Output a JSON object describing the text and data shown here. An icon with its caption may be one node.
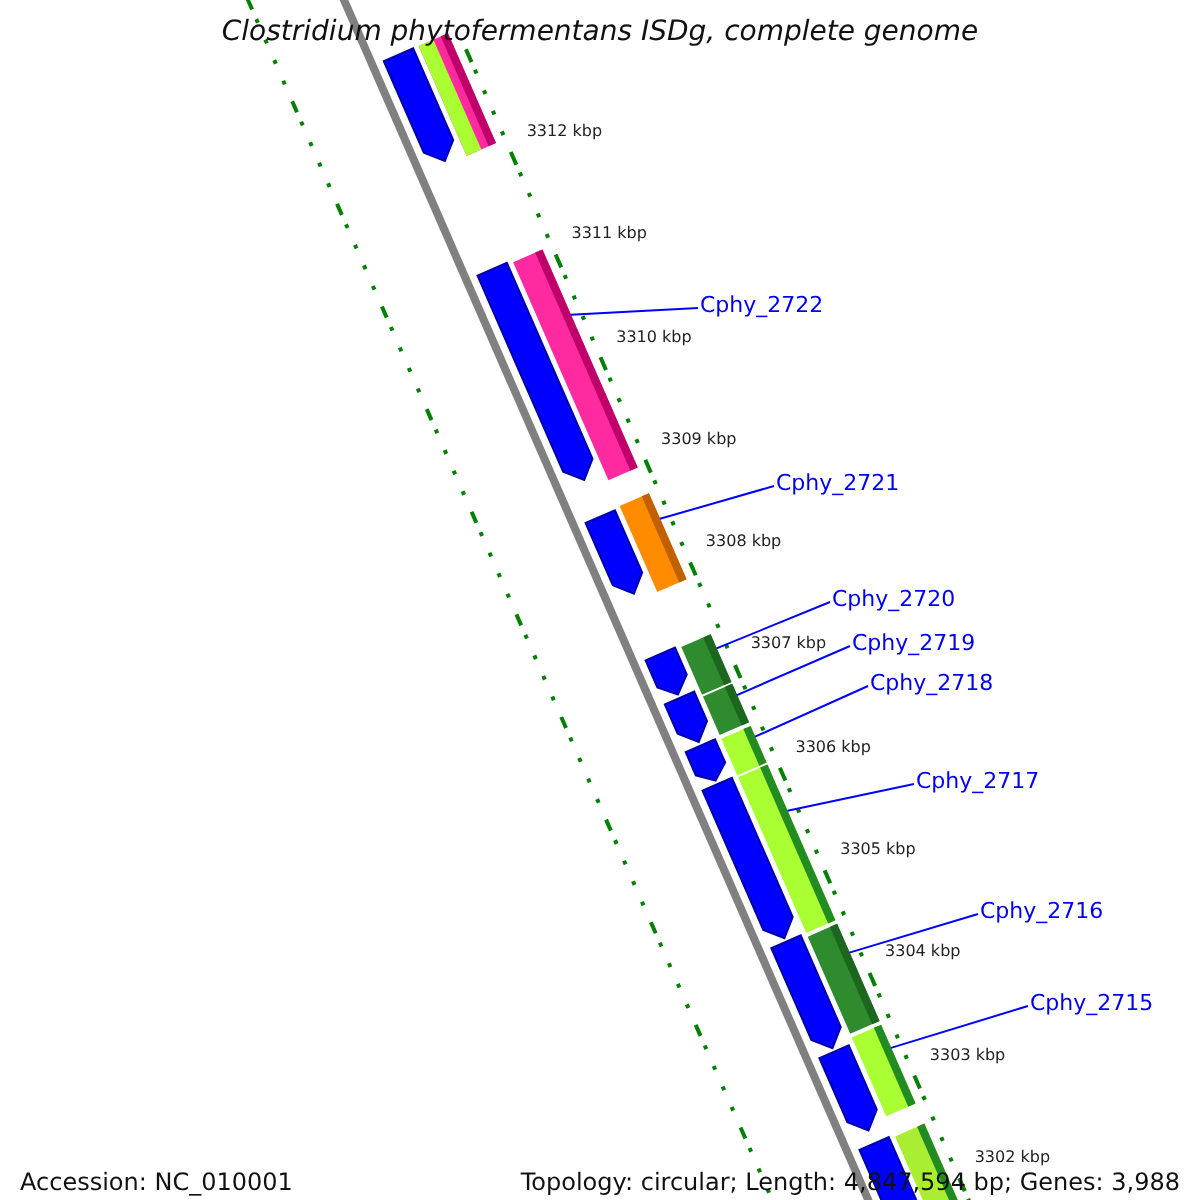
{
  "diagram": {
    "title": "Clostridium phytofermentans ISDg, complete genome",
    "nodes": [
      {
        "text": [
          "Cphy_2722"
        ]
      },
      {
        "text": [
          "Cphy_2721"
        ]
      },
      {
        "text": [
          "Cphy_2720"
        ]
      },
      {
        "text": [
          "Cphy_2719"
        ]
      },
      {
        "text": [
          "Cphy_2718"
        ]
      },
      {
        "text": [
          "Cphy_2717"
        ]
      },
      {
        "text": [
          "Cphy_2716"
        ]
      },
      {
        "text": [
          "Cphy_2715"
        ]
      },
      {
        "text": [],
        "shape": "bar"
      },
      {
        "text": [],
        "shape": "bar"
      },
      {
        "text": [],
        "shape": "bar"
      },
      {
        "text": [],
        "shape": "bar"
      },
      {
        "text": [],
        "shape": "bar"
      },
      {
        "text": [],
        "shape": "bar"
      },
      {
        "text": [],
        "shape": "bar"
      },
      {
        "text": [],
        "shape": "bar"
      },
      {
        "text": [],
        "shape": "bar"
      },
      {
        "text": [],
        "shape": "bar"
      },
      {
        "text": [],
        "shape": "pentagon"
      },
      {
        "text": [],
        "shape": "pentagon"
      },
      {
        "text": [],
        "shape": "pentagon"
      },
      {
        "text": [],
        "shape": "pentagon"
      },
      {
        "text": [],
        "shape": "pentagon"
      },
      {
        "text": [],
        "shape": "pentagon"
      },
      {
        "text": [],
        "shape": "pentagon"
      },
      {
        "text": [],
        "shape": "pentagon"
      },
      {
        "text": [],
        "shape": "pentagon"
      },
      {
        "text": [],
        "shape": "pentagon"
      }
    ],
    "edges": [
      {
        "from": 0,
        "to": 8,
        "arrow": "none"
      },
      {
        "from": 1,
        "to": 9,
        "arrow": "none"
      },
      {
        "from": 2,
        "to": 10,
        "arrow": "none"
      },
      {
        "from": 3,
        "to": 11,
        "arrow": "none"
      },
      {
        "from": 4,
        "to": 12,
        "arrow": "none"
      },
      {
        "from": 5,
        "to": 13,
        "arrow": "none"
      },
      {
        "from": 6,
        "to": 14,
        "arrow": "none"
      },
      {
        "from": 7,
        "to": 15,
        "arrow": "none"
      }
    ],
    "labels": [
      "3312 kbp",
      "3311 kbp",
      "3310 kbp",
      "3309 kbp",
      "3308 kbp",
      "3307 kbp",
      "3306 kbp",
      "3305 kbp",
      "3304 kbp",
      "3303 kbp",
      "3302 kbp",
      "Accession: NC_010001",
      "Topology: circular; Length: 4,847,594 bp; Genes: 3,988"
    ]
  }
}
